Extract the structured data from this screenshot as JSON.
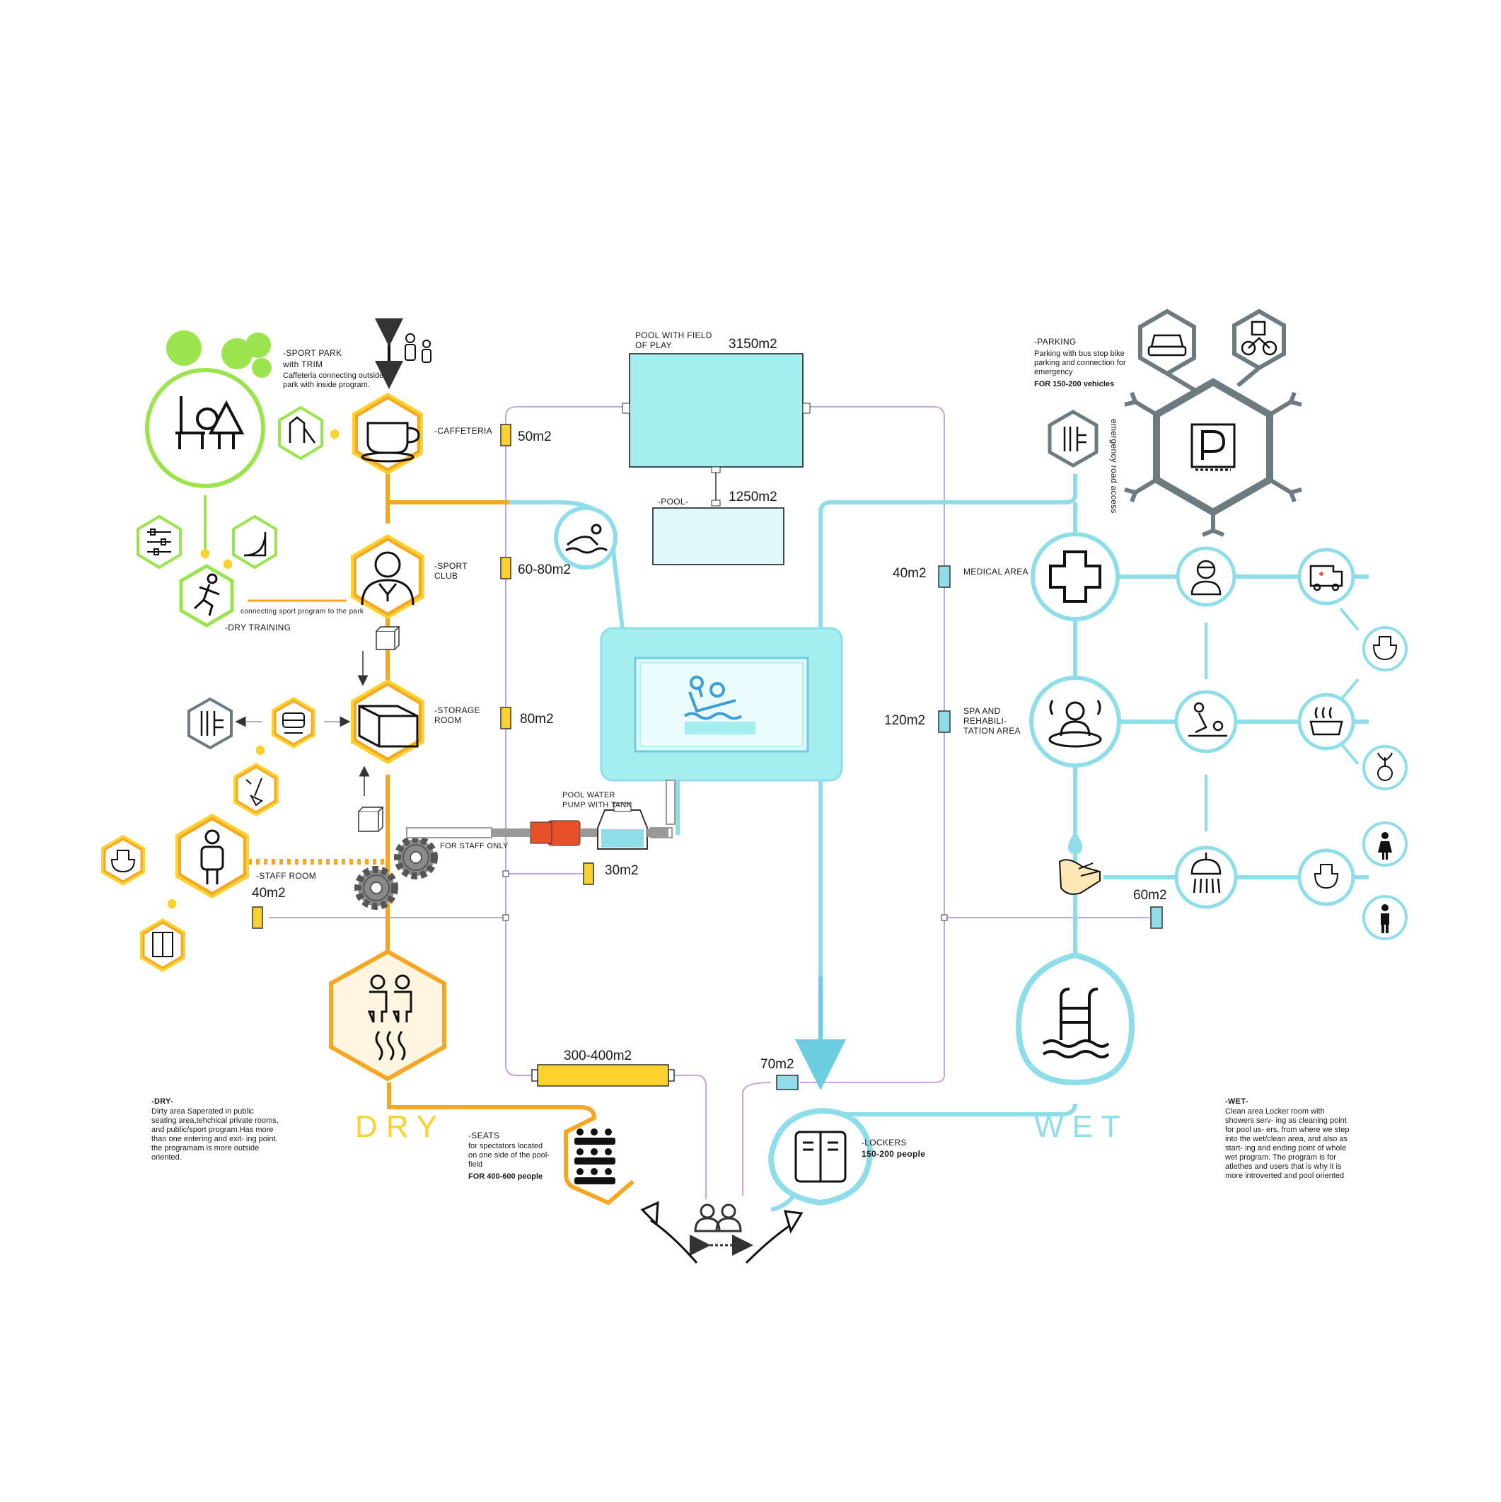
{
  "colors": {
    "dry": "#f5a623",
    "dry_fill": "#fdd12e",
    "wet": "#8fdde8",
    "wet_line": "#6ccde0",
    "pool_fill": "#a5eef0",
    "green": "#9be44f",
    "grey": "#6d7b81",
    "purple": "#c9a2e6",
    "pump": "#e8502a"
  },
  "labels": {
    "sport_park_title": "-SPORT PARK",
    "sport_park_sub": "with TRIM",
    "sport_park_desc": "Caffeteria connecting outside park with inside program.",
    "caffeteria": "-CAFFETERIA",
    "sport_club": "-SPORT CLUB",
    "connecting": "connecting sport program to the park",
    "dry_training": "-DRY TRAINING",
    "storage_room": "-STORAGE ROOM",
    "staff_room": "-STAFF ROOM",
    "pool_field_title": "POOL WITH FIELD OF PLAY",
    "pool_label": "-POOL-",
    "pump_label": "POOL WATER PUMP WITH TANK",
    "staff_only": "FOR STAFF ONLY",
    "parking_title": "-PARKING",
    "parking_desc": "Parking with bus stop bike parking and connection for emergency",
    "parking_cap": "FOR 150-200 vehicles",
    "emergency": "emergency road access",
    "medical": "MEDICAL AREA",
    "spa": "SPA AND REHABILI- TATION AREA",
    "seats_title": "-SEATS",
    "seats_desc": "for spectators located on one side of the pool-field",
    "seats_cap": "FOR 400-600 people",
    "lockers_title": "-LOCKERS",
    "lockers_cap": "150-200 people",
    "dry_big": "DRY",
    "wet_big": "WET",
    "dry_title": "-DRY-",
    "dry_desc": "Dirty area Saperated in public seating area,tehchical private rooms, and public/sport program.Has more than one entering and exit- ing point. the programam is more outside oriented.",
    "wet_title": "-WET-",
    "wet_desc": "Clean area Locker room with showers serv- ing as cleaning point for pool us- ers, from where we step into the wet/clean area, and also as start- ing and ending point of whole wet program. The program  is for atlethes and users that is why it is more introverted and pool oriented"
  },
  "areas": {
    "pool_field": "3150m2",
    "pool": "1250m2",
    "caffeteria": "50m2",
    "sport_club": "60-80m2",
    "storage": "80m2",
    "pump": "30m2",
    "staff": "40m2",
    "seats": "300-400m2",
    "lockers": "70m2",
    "medical": "40m2",
    "spa": "120m2",
    "showers": "60m2"
  },
  "icons": [
    "pond-icon",
    "park-bench-tree-icon",
    "playground-slide-icon",
    "coffee-cup-icon",
    "up-down-arrow-icon",
    "family-icon",
    "fitness-sliders-icon",
    "skate-ramp-icon",
    "runner-icon",
    "coach-icon",
    "cube-icon",
    "storage-box-icon",
    "road-access-icon",
    "bus-icon",
    "cleaning-icon",
    "toilet-icon",
    "staff-person-icon",
    "lockers-icon",
    "gears-icon",
    "sauna-people-icon",
    "swimmer-icon",
    "water-polo-icon",
    "water-pump-icon",
    "water-tank-icon",
    "car-icon",
    "bike-parking-icon",
    "parking-icon",
    "medical-cross-icon",
    "doctor-icon",
    "ambulance-icon",
    "hot-tub-icon",
    "massage-icon",
    "bathtub-icon",
    "plant-icon",
    "water-drop-icon",
    "hand-wash-icon",
    "shower-icon",
    "woman-icon",
    "man-icon",
    "pool-ladder-icon",
    "spectators-icon",
    "entrance-people-icon",
    "entry-arrow-icon"
  ]
}
